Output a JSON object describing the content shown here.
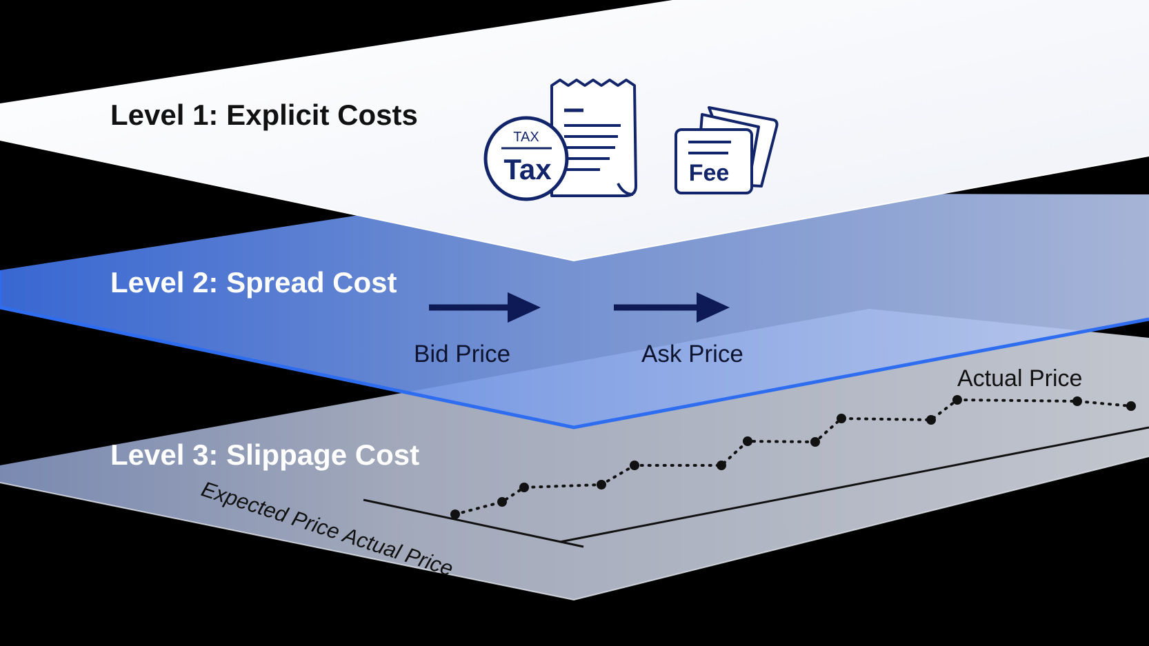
{
  "levels": [
    {
      "label": "Level 1: Explicit Costs"
    },
    {
      "label": "Level 2: Spread Cost"
    },
    {
      "label": "Level 3: Slippage Cost"
    }
  ],
  "explicit_costs": {
    "tax_badge_small": "TAX",
    "tax_badge_big": "Tax",
    "fee_label": "Fee"
  },
  "spread": {
    "bid_label": "Bid Price",
    "ask_label": "Ask Price"
  },
  "slippage": {
    "actual_price_label": "Actual Price",
    "axis_caption": "Expected Price Actual Price"
  },
  "colors": {
    "background": "#000000",
    "level1_fill": "#f6f8fd",
    "level2_fill": "#6f93e6",
    "level2_edge": "#2f6df0",
    "level3_fill": "#b9bfcc",
    "icon_navy": "#12246a",
    "arrow_navy": "#0d1a55",
    "text_dark": "#111111",
    "text_light": "#ffffff"
  }
}
